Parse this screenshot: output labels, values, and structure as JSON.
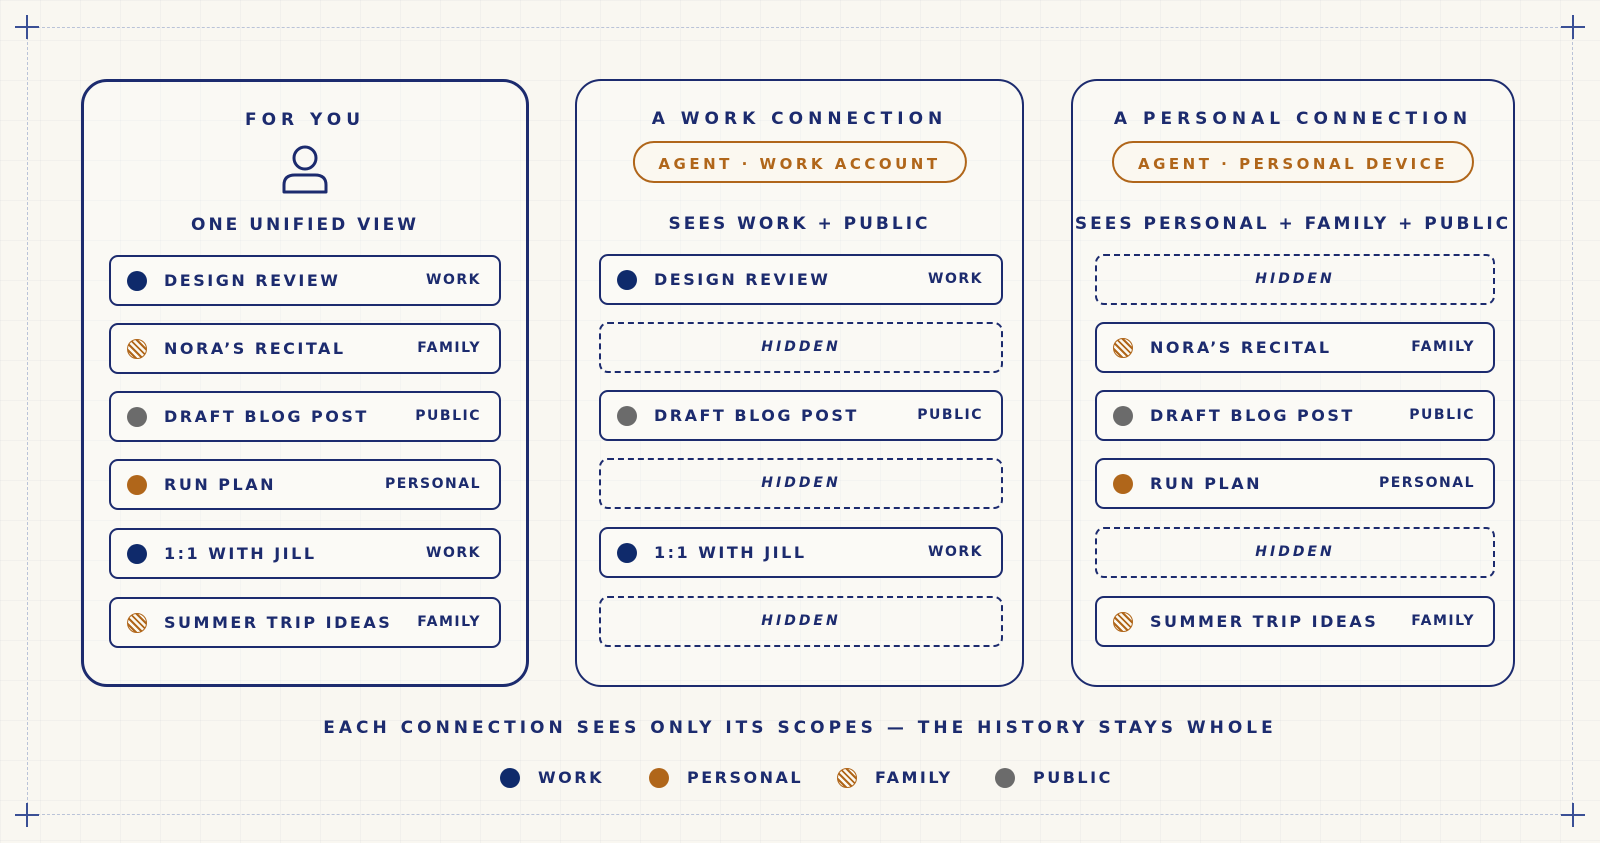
{
  "caption": "EACH CONNECTION SEES ONLY ITS SCOPES — THE HISTORY STAYS WHOLE",
  "colors": {
    "work": "#0f2a6b",
    "personal": "#b0661a",
    "family": "#b0661a",
    "public": "#6b6b6b",
    "ink": "#1c2b6e"
  },
  "panels": [
    {
      "title": "FOR YOU",
      "icon": "person-icon",
      "subtitle": "ONE UNIFIED VIEW",
      "rows": [
        {
          "label": "DESIGN REVIEW",
          "tag": "WORK",
          "scope": "work"
        },
        {
          "label": "NORA’S RECITAL",
          "tag": "FAMILY",
          "scope": "family"
        },
        {
          "label": "DRAFT BLOG POST",
          "tag": "PUBLIC",
          "scope": "public"
        },
        {
          "label": "RUN PLAN",
          "tag": "PERSONAL",
          "scope": "personal"
        },
        {
          "label": "1:1 WITH JILL",
          "tag": "WORK",
          "scope": "work"
        },
        {
          "label": "SUMMER TRIP IDEAS",
          "tag": "FAMILY",
          "scope": "family"
        }
      ]
    },
    {
      "title": "A WORK CONNECTION",
      "badge": "AGENT · WORK ACCOUNT",
      "subtitle": "SEES WORK + PUBLIC",
      "rows": [
        {
          "label": "DESIGN REVIEW",
          "tag": "WORK",
          "scope": "work"
        },
        {
          "hidden_label": "HIDDEN"
        },
        {
          "label": "DRAFT BLOG POST",
          "tag": "PUBLIC",
          "scope": "public"
        },
        {
          "hidden_label": "HIDDEN"
        },
        {
          "label": "1:1 WITH JILL",
          "tag": "WORK",
          "scope": "work"
        },
        {
          "hidden_label": "HIDDEN"
        }
      ]
    },
    {
      "title": "A PERSONAL CONNECTION",
      "badge": "AGENT · PERSONAL DEVICE",
      "subtitle": "SEES PERSONAL + FAMILY + PUBLIC",
      "rows": [
        {
          "hidden_label": "HIDDEN"
        },
        {
          "label": "NORA’S RECITAL",
          "tag": "FAMILY",
          "scope": "family"
        },
        {
          "label": "DRAFT BLOG POST",
          "tag": "PUBLIC",
          "scope": "public"
        },
        {
          "label": "RUN PLAN",
          "tag": "PERSONAL",
          "scope": "personal"
        },
        {
          "hidden_label": "HIDDEN"
        },
        {
          "label": "SUMMER TRIP IDEAS",
          "tag": "FAMILY",
          "scope": "family"
        }
      ]
    }
  ],
  "legend": [
    {
      "label": "WORK",
      "scope": "work"
    },
    {
      "label": "PERSONAL",
      "scope": "personal"
    },
    {
      "label": "FAMILY",
      "scope": "family"
    },
    {
      "label": "PUBLIC",
      "scope": "public"
    }
  ]
}
